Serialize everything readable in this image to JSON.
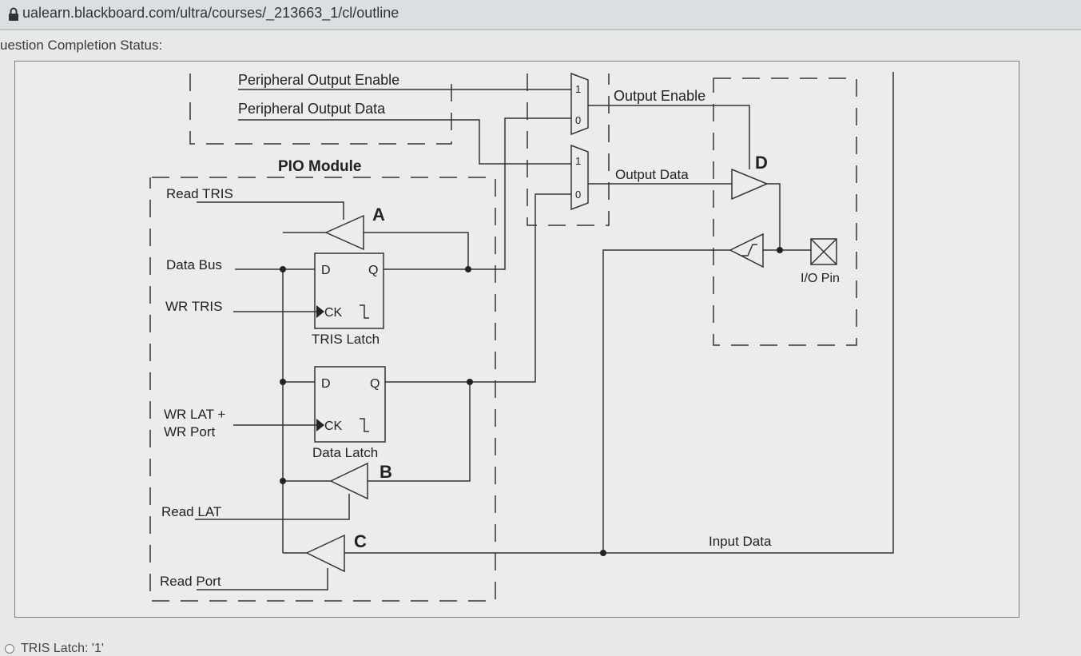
{
  "browser": {
    "url": "ualearn.blackboard.com/ultra/courses/_213663_1/cl/outline"
  },
  "question": {
    "completion_status_label": "uestion Completion Status:"
  },
  "diagram": {
    "peripheral_output_enable": "Peripheral Output Enable",
    "peripheral_output_data": "Peripheral Output Data",
    "pio_module": "PIO Module",
    "read_tris": "Read TRIS",
    "data_bus": "Data Bus",
    "wr_tris": "WR TRIS",
    "wr_lat": "WR LAT +",
    "wr_port": "WR Port",
    "read_lat": "Read LAT",
    "read_port": "Read Port",
    "tris_latch": "TRIS Latch",
    "data_latch": "Data Latch",
    "d": "D",
    "q": "Q",
    "ck": "CK",
    "output_enable": "Output Enable",
    "output_data": "Output Data",
    "input_data": "Input Data",
    "io_pin": "I/O Pin",
    "mux_one": "1",
    "mux_zero": "0",
    "label_a": "A",
    "label_b": "B",
    "label_c": "C",
    "label_d": "D",
    "marker_color": "#c0342c"
  },
  "options": [
    {
      "label": "TRIS Latch: '1'"
    }
  ]
}
